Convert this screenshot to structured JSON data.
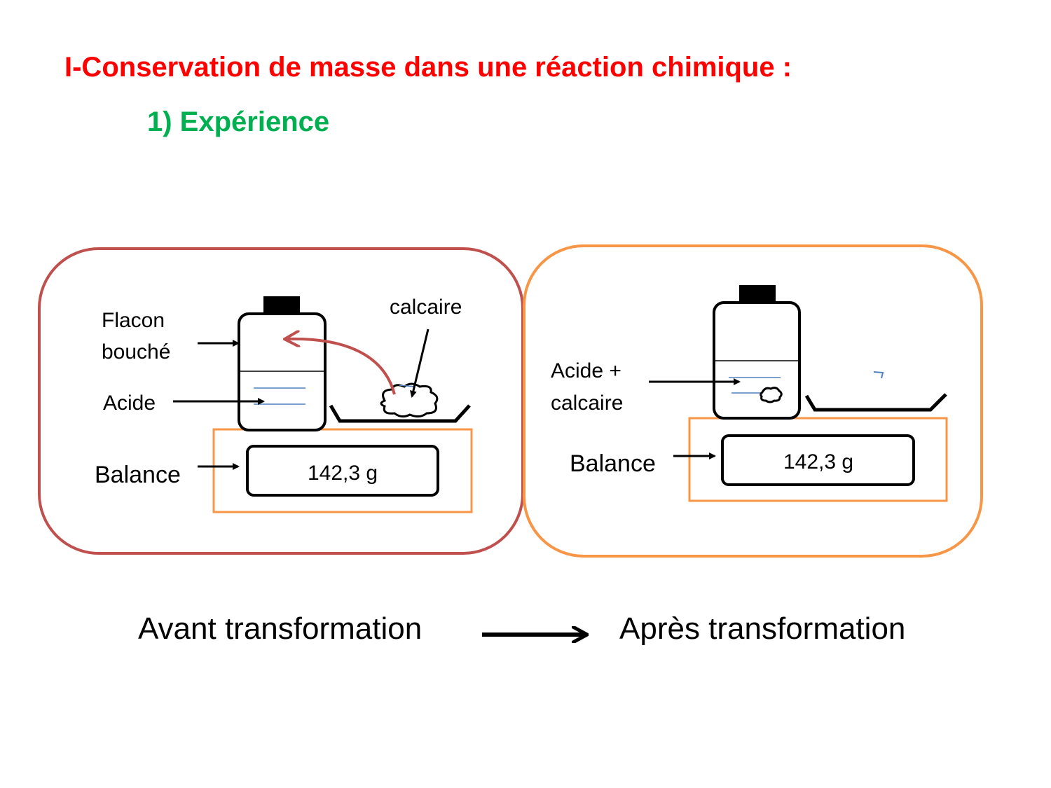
{
  "heading": "I-Conservation de masse  dans une réaction chimique :",
  "subheading": "1) Expérience",
  "before": {
    "label_flacon_line1": "Flacon",
    "label_flacon_line2": "bouché",
    "label_acide": "Acide",
    "label_calcaire": "calcaire",
    "label_balance": "Balance",
    "display_value": "142,3 g"
  },
  "after": {
    "label_mix_line1": "Acide +",
    "label_mix_line2": "calcaire",
    "label_balance": "Balance",
    "display_value": "142,3 g"
  },
  "caption": {
    "before": "Avant  transformation",
    "after": "Après transformation"
  },
  "colors": {
    "heading": "#ff0000",
    "subheading": "#00b050",
    "before_frame": "#c0504d",
    "after_frame": "#f79646",
    "liquid_line": "#4f81bd",
    "transfer_arrow": "#c0504d"
  }
}
